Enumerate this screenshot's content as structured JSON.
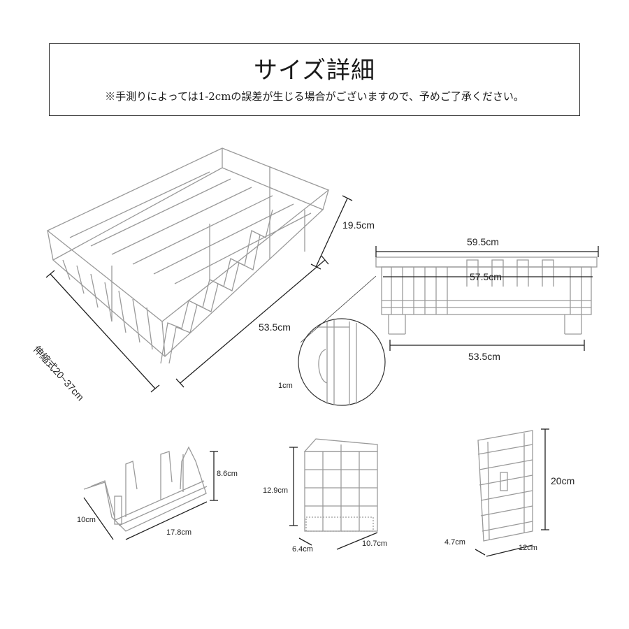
{
  "header": {
    "title": "サイズ詳細",
    "note": "※手測りによっては1-2cmの誤差が生じる場合がございますので、予めご了承ください。"
  },
  "dimensions": {
    "main_height": "19.5cm",
    "main_length": "53.5cm",
    "main_width": "伸縮式20~37cm",
    "front_width_top": "59.5cm",
    "front_width_inner": "57.5cm",
    "front_width_bottom": "53.5cm",
    "wire_thickness": "1cm",
    "holder_height": "8.6cm",
    "holder_depth": "10cm",
    "holder_length": "17.8cm",
    "cup_height": "12.9cm",
    "cup_depth": "6.4cm",
    "cup_width": "10.7cm",
    "board_height": "20cm",
    "board_depth": "4.7cm",
    "board_width": "12cm"
  },
  "colors": {
    "wire": "#8a8a8a",
    "dim_line": "#222222",
    "frame": "#333333"
  }
}
